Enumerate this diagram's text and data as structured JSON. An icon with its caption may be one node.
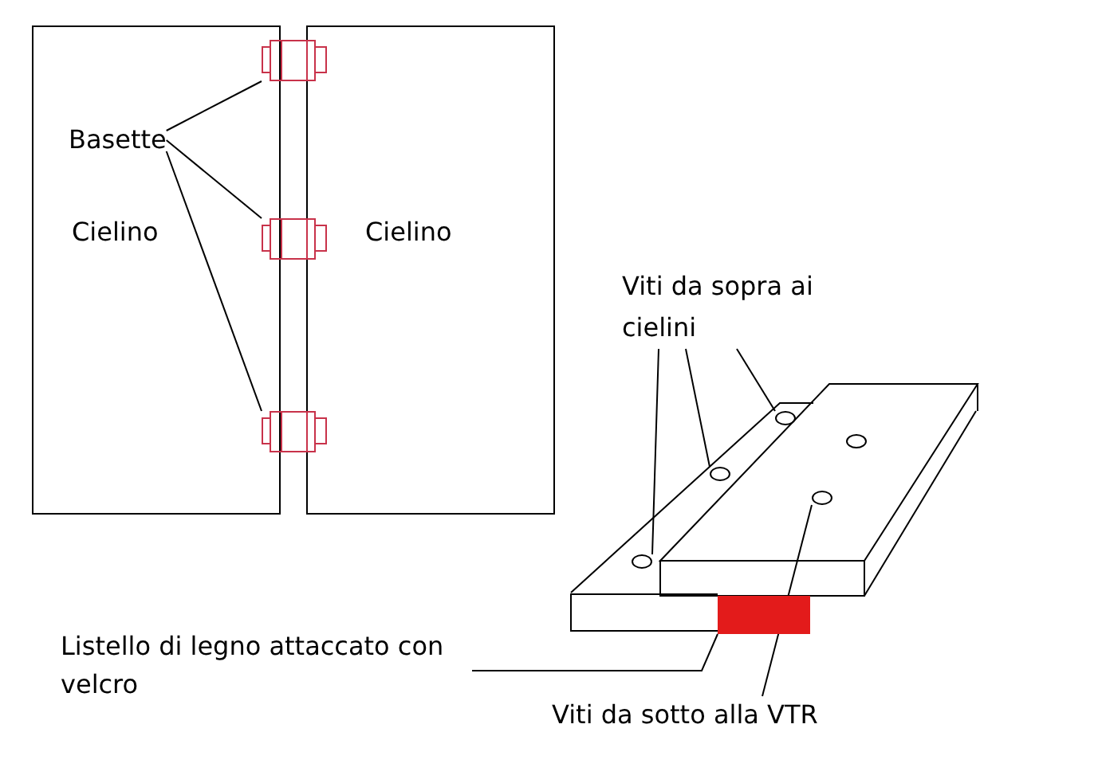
{
  "diagram": {
    "nodes": [
      {
        "text": [
          "Cielino"
        ]
      },
      {
        "text": [
          "Cielino"
        ]
      },
      {
        "text": [
          "Basette"
        ],
        "in": 0
      },
      {
        "text": [],
        "shape": "box"
      },
      {
        "text": [],
        "shape": "box"
      },
      {
        "text": [],
        "shape": "box"
      },
      {
        "text": [
          "Viti da sopra ai cielini"
        ]
      },
      {
        "text": [],
        "shape": "circle"
      },
      {
        "text": [],
        "shape": "circle"
      },
      {
        "text": [],
        "shape": "circle"
      },
      {
        "text": [
          "Viti da sotto alla VTR"
        ]
      },
      {
        "text": [],
        "shape": "circle"
      },
      {
        "text": [
          "Listello di legno attaccato con velcro"
        ]
      },
      {
        "text": [],
        "shape": "bar"
      }
    ],
    "edges": [
      {
        "from": 2,
        "to": 3,
        "arrow": "none"
      },
      {
        "from": 2,
        "to": 4,
        "arrow": "none"
      },
      {
        "from": 2,
        "to": 5,
        "arrow": "none"
      },
      {
        "from": 6,
        "to": 7,
        "arrow": "none"
      },
      {
        "from": 6,
        "to": 8,
        "arrow": "none"
      },
      {
        "from": 6,
        "to": 9,
        "arrow": "none"
      },
      {
        "from": 10,
        "to": 11,
        "arrow": "none"
      },
      {
        "from": 12,
        "to": 13,
        "arrow": "none"
      }
    ]
  }
}
